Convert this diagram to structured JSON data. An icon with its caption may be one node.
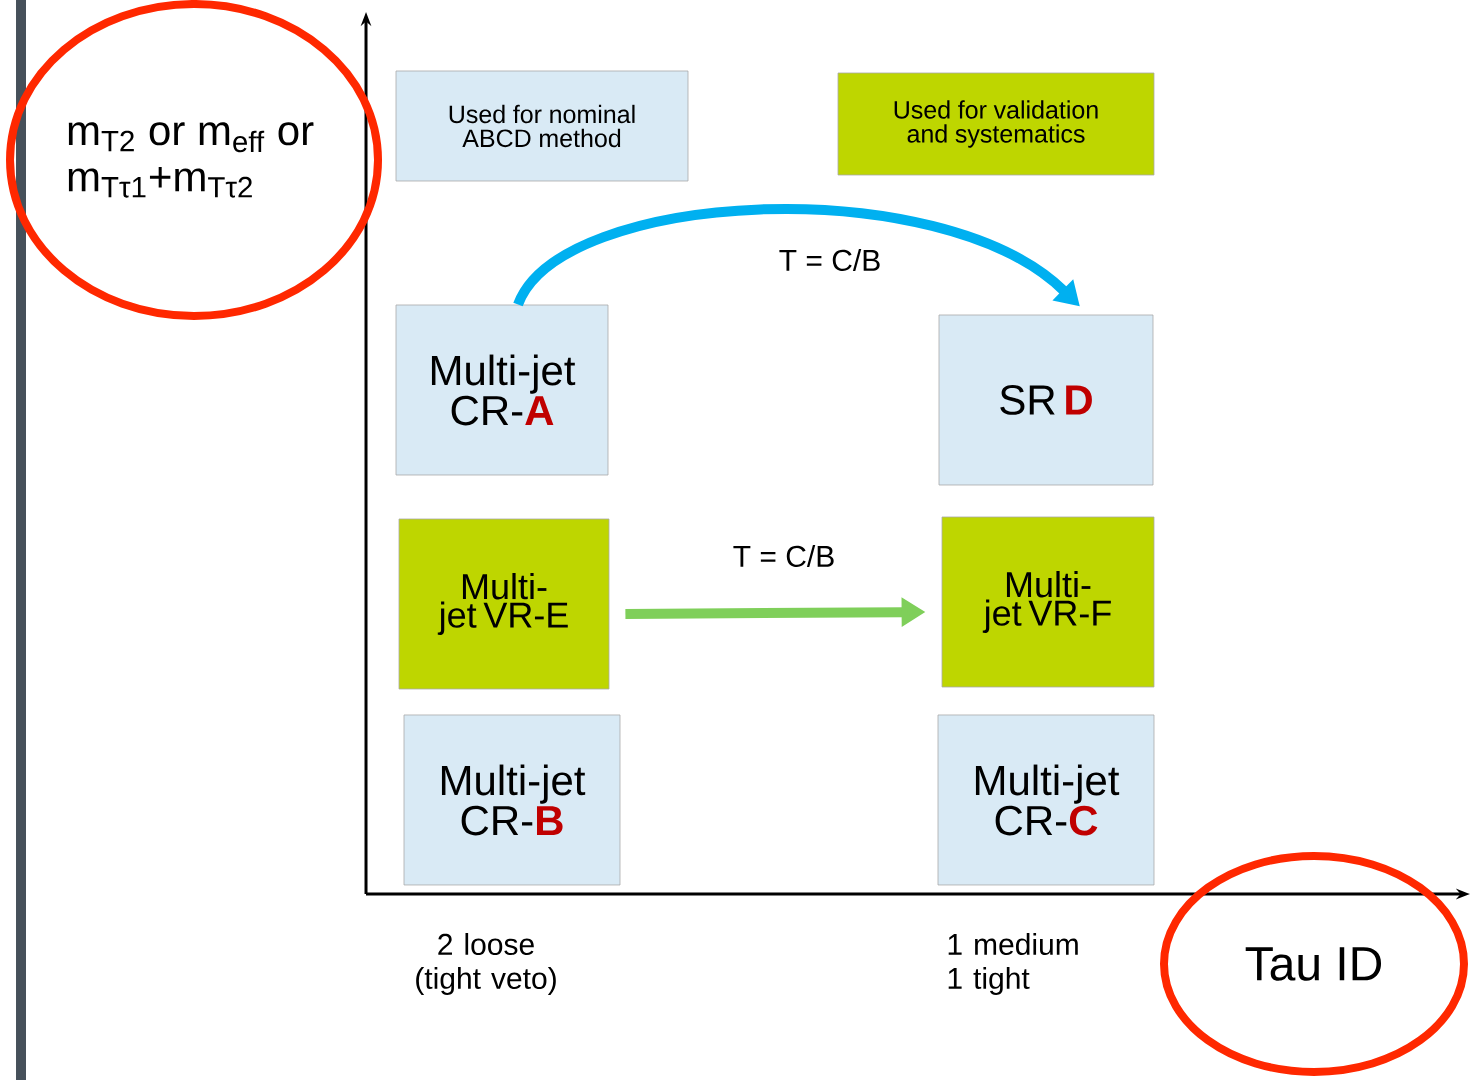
{
  "diagram": {
    "nodes": [
      {
        "text": [
          "m$_{T2}$ or m$_{eff}$ or m$_{Tτ1}$+m$_{Tτ2}$"
        ]
      },
      {
        "text": [
          "Used for nominal ABCD method"
        ]
      },
      {
        "text": [
          "Used for validation and systematics"
        ]
      },
      {
        "text": [
          "Multi-jet CR-**A**"
        ]
      },
      {
        "text": [
          "SR **D**"
        ]
      },
      {
        "text": [
          "Multi-jet VR-E"
        ]
      },
      {
        "text": [
          "Multi-jet VR-F"
        ]
      },
      {
        "text": [
          "Multi-jet CR-**B**"
        ]
      },
      {
        "text": [
          "Multi-jet CR-**C**"
        ]
      },
      {
        "text": [
          "Tau ID"
        ]
      }
    ],
    "edges": [
      {
        "from": 3,
        "to": 4,
        "arrow": "to",
        "label": "T = C/B",
        "color": "#00b0f0"
      },
      {
        "from": 5,
        "to": 6,
        "arrow": "to",
        "label": "T = C/B",
        "color": "#7fcf5a"
      }
    ],
    "labels": [
      "2 loose (tight veto)",
      "1 medium 1 tight"
    ]
  }
}
